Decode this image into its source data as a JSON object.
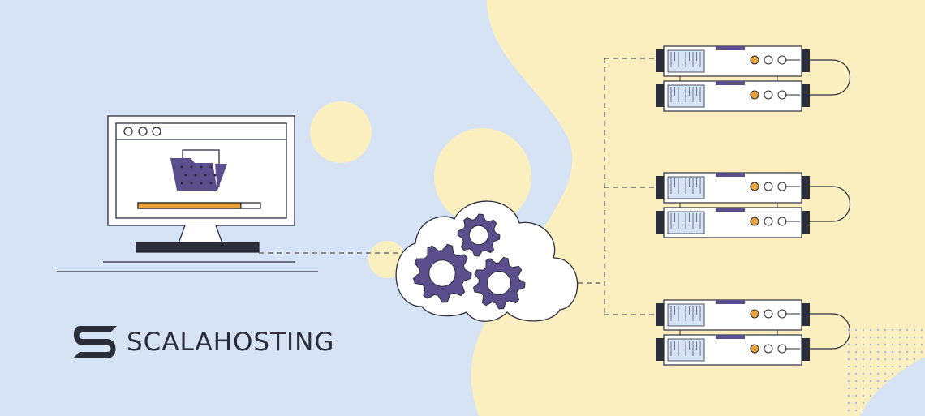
{
  "brand": {
    "name": "SCALAHOSTING"
  },
  "colors": {
    "background_blue": "#d5e3f5",
    "background_yellow": "#fbefc0",
    "accent_purple": "#5a4e8c",
    "accent_orange": "#e8a33a",
    "outline_dark": "#2b2d3a",
    "screen_glass": "#d5e3f5"
  },
  "monitor": {
    "window_controls": 3,
    "icon": "folder-icon",
    "upload_progress_percent": 84
  },
  "cloud": {
    "icon": "cloud-icon",
    "gears": 3
  },
  "server_groups": [
    {
      "servers": 2,
      "status_lights": [
        "orange",
        "white",
        "white"
      ]
    },
    {
      "servers": 2,
      "status_lights": [
        "orange",
        "white",
        "white"
      ]
    },
    {
      "servers": 2,
      "status_lights": [
        "orange",
        "white",
        "white"
      ]
    }
  ]
}
